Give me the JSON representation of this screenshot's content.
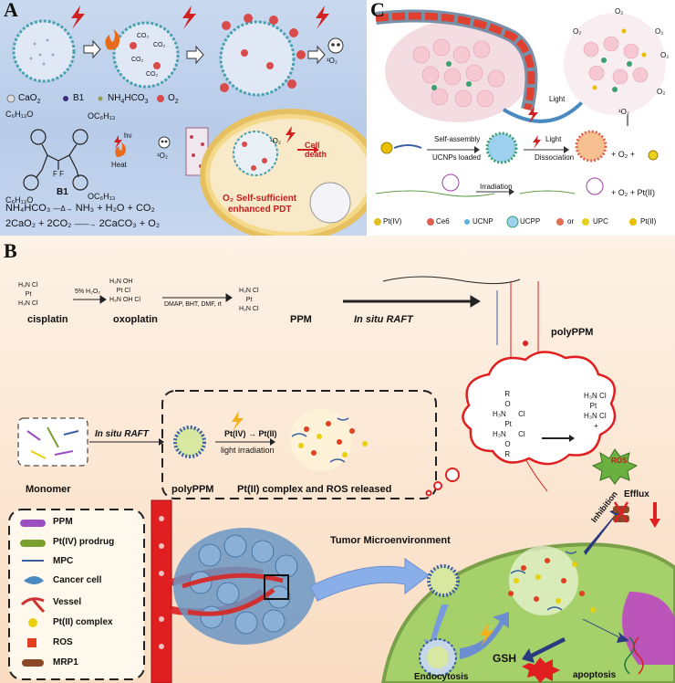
{
  "panel_a": {
    "label": "A",
    "legend": {
      "cao2": "CaO",
      "cao2_sub": "2",
      "b1": "B1",
      "nh4hco3": "NH",
      "nh4hco3_rest": "HCO",
      "o2": "O"
    },
    "co2_marks": [
      "CO₂",
      "CO₂",
      "CO₂",
      "CO₂"
    ],
    "singlet_oxygen": "¹O₂",
    "hv": "hν",
    "heat": "Heat",
    "singlet_b": "¹O₂",
    "substituent_top_left": "C₆H₁₃O",
    "substituent_top_right": "OC₆H₁₃",
    "substituent_bottom_left": "C₆H₁₃O",
    "substituent_bottom_right": "OC₆H₁₃",
    "b1_label": "B1",
    "bodipy_f": "F F",
    "reaction_1_left": "NH₄HCO₃",
    "reaction_1_right": "NH₃ + H₂O + CO₂",
    "reaction_2_left": "2CaO₂ + 2CO₂",
    "reaction_2_right": "2CaCO₃ + O₂",
    "cell_o2": "¹O₂",
    "cell_death": "Cell death",
    "enhanced_line1": "O₂ Self-sufficient",
    "enhanced_line2": "enhanced PDT"
  },
  "panel_c": {
    "label": "C",
    "light_label": "Light",
    "o2_labels": [
      "O₂",
      "O₂",
      "O₂",
      "O₂",
      "O₂",
      "¹O₂"
    ],
    "self_assembly": "Self-assembly",
    "ucnps_loaded": "UCNPs loaded",
    "light2": "Light",
    "dissociation": "Dissociation",
    "o2_plus": "+ O₂ +",
    "irradiation": "Irradiation",
    "plus_o2_pt": "+ O₂ + Pt(II)",
    "legend": [
      {
        "label": "Pt(IV)",
        "color": "#e0c020"
      },
      {
        "label": "Ce6",
        "color": "#e06050"
      },
      {
        "label": "UCNP",
        "color": "#5fb0e0"
      },
      {
        "label": "UCPP",
        "color": "#3aa070"
      },
      {
        "label": "or",
        "color": "#e07050"
      },
      {
        "label": "UPC",
        "color": "#e8d020"
      },
      {
        "label": "Pt(II)",
        "color": "#e8c000"
      }
    ]
  },
  "panel_b": {
    "label": "B",
    "reagent_h2o2": "5% H₂O₂",
    "reagent_conditions": "DMAP, BHT, DMF, rt",
    "cisplatin": "cisplatin",
    "oxoplatin": "oxoplatin",
    "ppm": "PPM",
    "in_situ_raft": "In situ RAFT",
    "polyppm_title": "polyPPM",
    "pt_cl": [
      "H₃N",
      "Pt",
      "Cl",
      "H₃N",
      "Cl"
    ],
    "oxo_atoms": [
      "H₃N",
      "OH",
      "Pt",
      "Cl",
      "H₃N",
      "OH",
      "Cl"
    ],
    "ppm_atoms": [
      "H₃N",
      "Pt",
      "Cl",
      "H₃N",
      "Cl"
    ],
    "monomer": "Monomer",
    "in_situ_raft_2": "In situ RAFT",
    "polyppm_2": "polyPPM",
    "reduction_left": "Pt(IV)",
    "reduction_right": "Pt(II)",
    "light_irradiation": "light irradiation",
    "released": "Pt(II) complex and ROS released",
    "cloud_atoms": [
      "R",
      "O",
      "H₃N",
      "Cl",
      "Pt",
      "H₃N",
      "Cl",
      "O",
      "R"
    ],
    "cloud_product": [
      "H₃N",
      "Pt",
      "Cl",
      "H₃N",
      "Cl",
      "+"
    ],
    "ros": "ROS",
    "legend": [
      {
        "label": "PPM",
        "color": "#9b4fc0"
      },
      {
        "label": "Pt(IV) prodrug",
        "color": "#7aa030"
      },
      {
        "label": "MPC",
        "color": "#3a5fa0"
      },
      {
        "label": "Cancer cell",
        "color": "#4a8ac0"
      },
      {
        "label": "Vessel",
        "color": "#d03030"
      },
      {
        "label": "Pt(II) complex",
        "color": "#e8d010"
      },
      {
        "label": "ROS",
        "color": "#e04020"
      },
      {
        "label": "MRP1",
        "color": "#8a4a2a"
      }
    ],
    "tumor_microenvironment": "Tumor Microenvironment",
    "inhibition": "Inhibition",
    "efflux": "Efflux",
    "endocytosis": "Endocytosis",
    "gsh": "GSH",
    "apoptosis": "apoptosis"
  }
}
